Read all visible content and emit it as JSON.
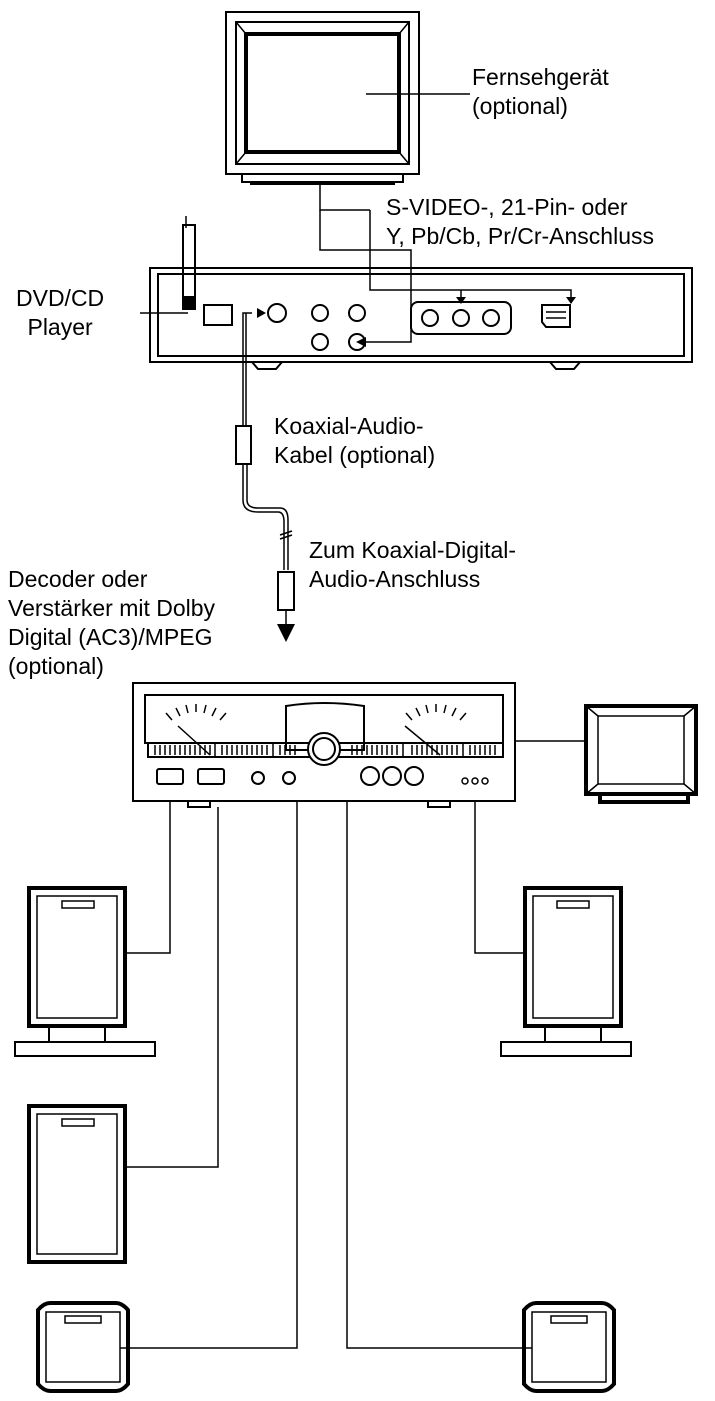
{
  "labels": {
    "tv": [
      "Fernsehgerät",
      "(optional)"
    ],
    "video_connection": [
      "S-VIDEO-, 21-Pin- oder",
      "Y, Pb/Cb, Pr/Cr-Anschluss"
    ],
    "player": [
      "DVD/CD",
      "Player"
    ],
    "coax_cable": [
      "Koaxial-Audio-",
      "Kabel (optional)"
    ],
    "coax_input": [
      "Zum Koaxial-Digital-",
      "Audio-Anschluss"
    ],
    "decoder": [
      "Decoder oder",
      "Verstärker mit Dolby",
      "Digital (AC3)/MPEG",
      "(optional)"
    ]
  },
  "colors": {
    "line": "#000000",
    "background": "#ffffff"
  }
}
